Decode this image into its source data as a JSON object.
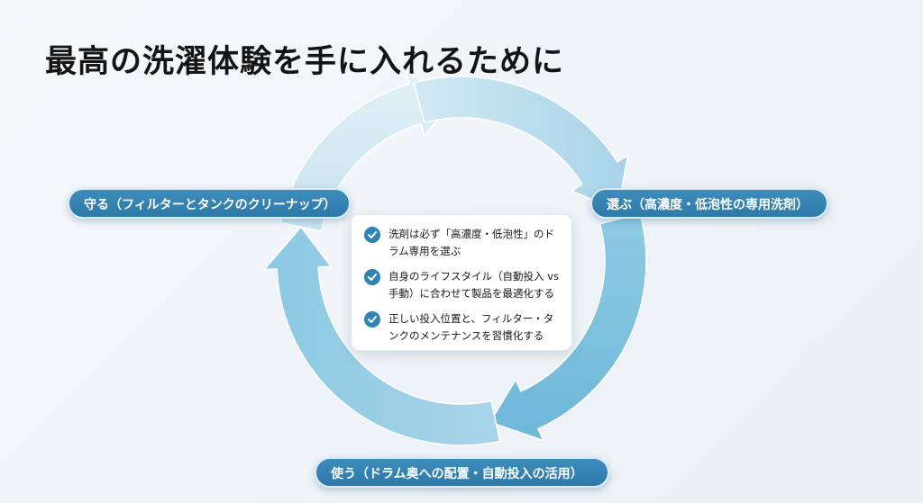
{
  "title": "最高の洗濯体験を手に入れるために",
  "stages": {
    "choose": "選ぶ（高濃度・低泡性の専用洗剤）",
    "use": "使う（ドラム奥への配置・自動投入の活用）",
    "protect": "守る（フィルターとタンクのクリーナップ）"
  },
  "checklist": [
    "洗剤は必ず「高濃度・低泡性」のドラム専用を選ぶ",
    "自身のライフスタイル（自動投入 vs 手動）に合わせて製品を最適化する",
    "正しい投入位置と、フィルター・タンクのメンテナンスを習慣化する"
  ],
  "icons": {
    "check": "check-circle-icon",
    "arrow": "cycle-arrow-icon"
  },
  "colors": {
    "pill": "#2f7fb0",
    "arrow_light": "#c4e2ef",
    "arrow_dark": "#7cbfdc",
    "check": "#2f83b6"
  }
}
